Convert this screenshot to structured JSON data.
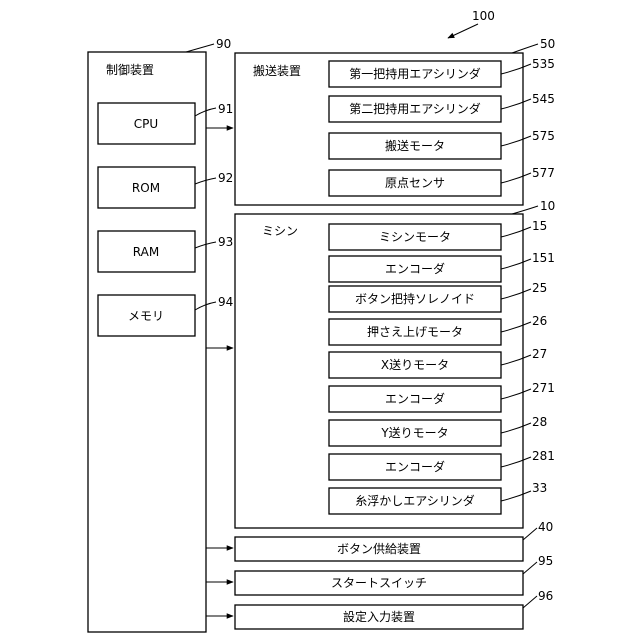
{
  "figure_number": "100",
  "control": {
    "ref": "90",
    "title": "制御装置",
    "units": [
      {
        "ref": "91",
        "label": "CPU"
      },
      {
        "ref": "92",
        "label": "ROM"
      },
      {
        "ref": "93",
        "label": "RAM"
      },
      {
        "ref": "94",
        "label": "メモリ"
      }
    ]
  },
  "conveyor": {
    "ref": "50",
    "title": "搬送装置",
    "items": [
      {
        "ref": "535",
        "label": "第一把持用エアシリンダ"
      },
      {
        "ref": "545",
        "label": "第二把持用エアシリンダ"
      },
      {
        "ref": "575",
        "label": "搬送モータ"
      },
      {
        "ref": "577",
        "label": "原点センサ"
      }
    ]
  },
  "sewing": {
    "ref": "10",
    "title": "ミシン",
    "items": [
      {
        "ref": "15",
        "label": "ミシンモータ"
      },
      {
        "ref": "151",
        "label": "エンコーダ"
      },
      {
        "ref": "25",
        "label": "ボタン把持ソレノイド"
      },
      {
        "ref": "26",
        "label": "押さえ上げモータ"
      },
      {
        "ref": "27",
        "label": "X送りモータ"
      },
      {
        "ref": "271",
        "label": "エンコーダ"
      },
      {
        "ref": "28",
        "label": "Y送りモータ"
      },
      {
        "ref": "281",
        "label": "エンコーダ"
      },
      {
        "ref": "33",
        "label": "糸浮かしエアシリンダ"
      }
    ]
  },
  "peripherals": [
    {
      "ref": "40",
      "label": "ボタン供給装置"
    },
    {
      "ref": "95",
      "label": "スタートスイッチ"
    },
    {
      "ref": "96",
      "label": "設定入力装置"
    }
  ]
}
